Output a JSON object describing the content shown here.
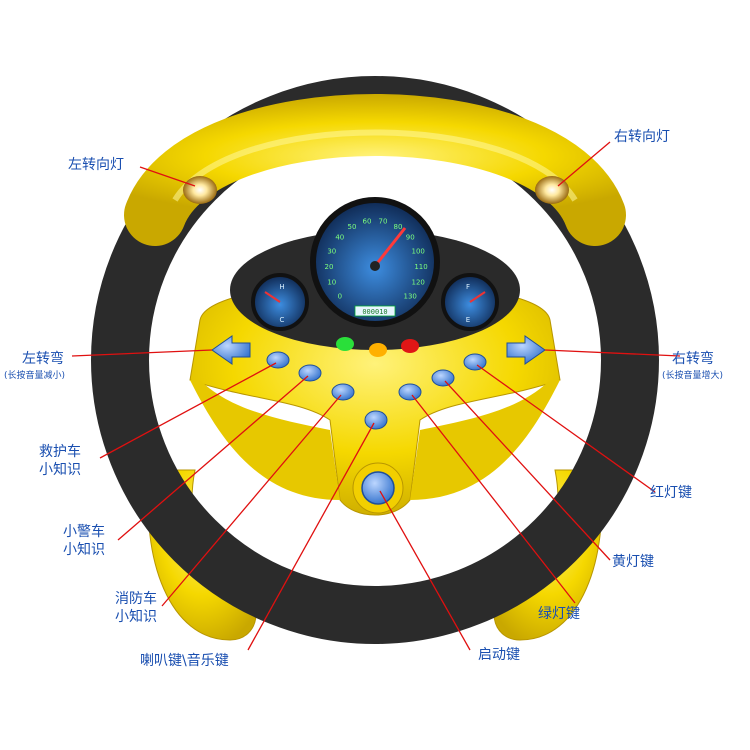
{
  "labels": {
    "left_signal": "左转向灯",
    "right_signal": "右转向灯",
    "left_turn": "左转弯",
    "left_turn_note": "(长按音量减小)",
    "right_turn": "右转弯",
    "right_turn_note": "(长按音量增大)",
    "ambulance_line1": "救护车",
    "ambulance_line2": "小知识",
    "police_line1": "小警车",
    "police_line2": "小知识",
    "fire_line1": "消防车",
    "fire_line2": "小知识",
    "horn_music": "喇叭键\\音乐键",
    "start": "启动键",
    "green_light": "绿灯键",
    "yellow_light": "黄灯键",
    "red_light": "红灯键"
  },
  "gauge": {
    "speed_ticks": [
      "0",
      "10",
      "20",
      "30",
      "40",
      "50",
      "60",
      "70",
      "80",
      "90",
      "100",
      "110",
      "120",
      "130"
    ],
    "fuel_h": "H",
    "fuel_c": "C",
    "fuel_f": "F",
    "fuel_e": "E",
    "odometer": "000010"
  },
  "colors": {
    "wheel_yellow": "#f5d800",
    "wheel_black": "#2b2b2b",
    "dial_blue": "#2b6cb8",
    "button_blue": "#4a86d8",
    "label_blue": "#1a4fb0",
    "leader_red": "#e01010"
  }
}
